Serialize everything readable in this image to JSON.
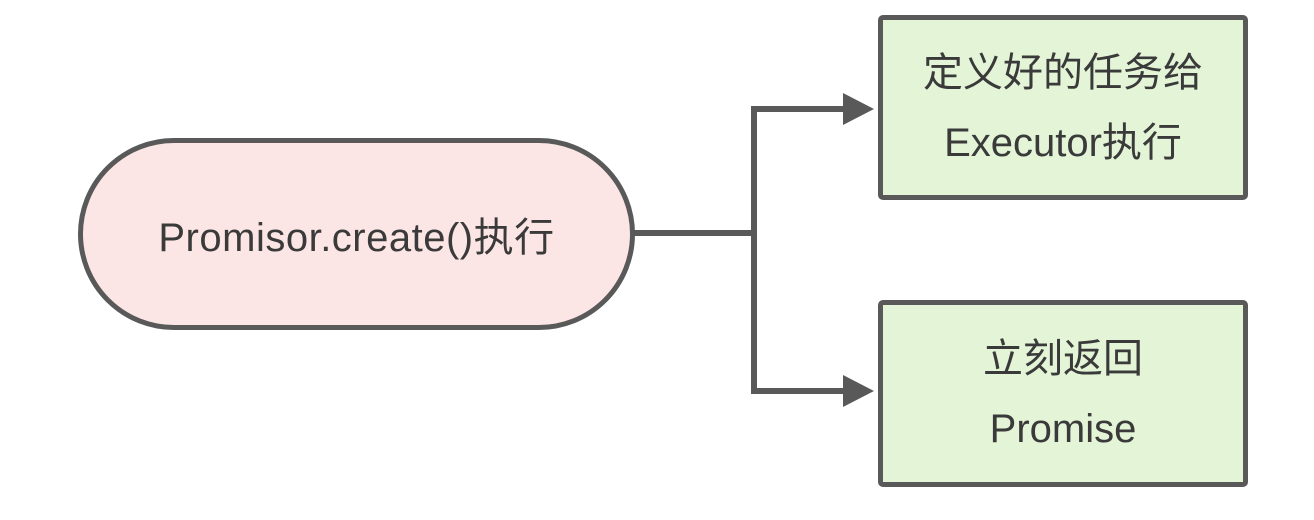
{
  "diagram": {
    "source_node": {
      "label": "Promisor.create()执行"
    },
    "outcome_top": {
      "line1": "定义好的任务给",
      "line2": "Executor执行"
    },
    "outcome_bottom": {
      "line1": "立刻返回",
      "line2": "Promise"
    },
    "colors": {
      "source_fill": "#FCE6E5",
      "outcome_fill": "#E3F4D7",
      "stroke": "#595959",
      "text": "#3A3A3A",
      "background": "#FFFFFF"
    }
  }
}
